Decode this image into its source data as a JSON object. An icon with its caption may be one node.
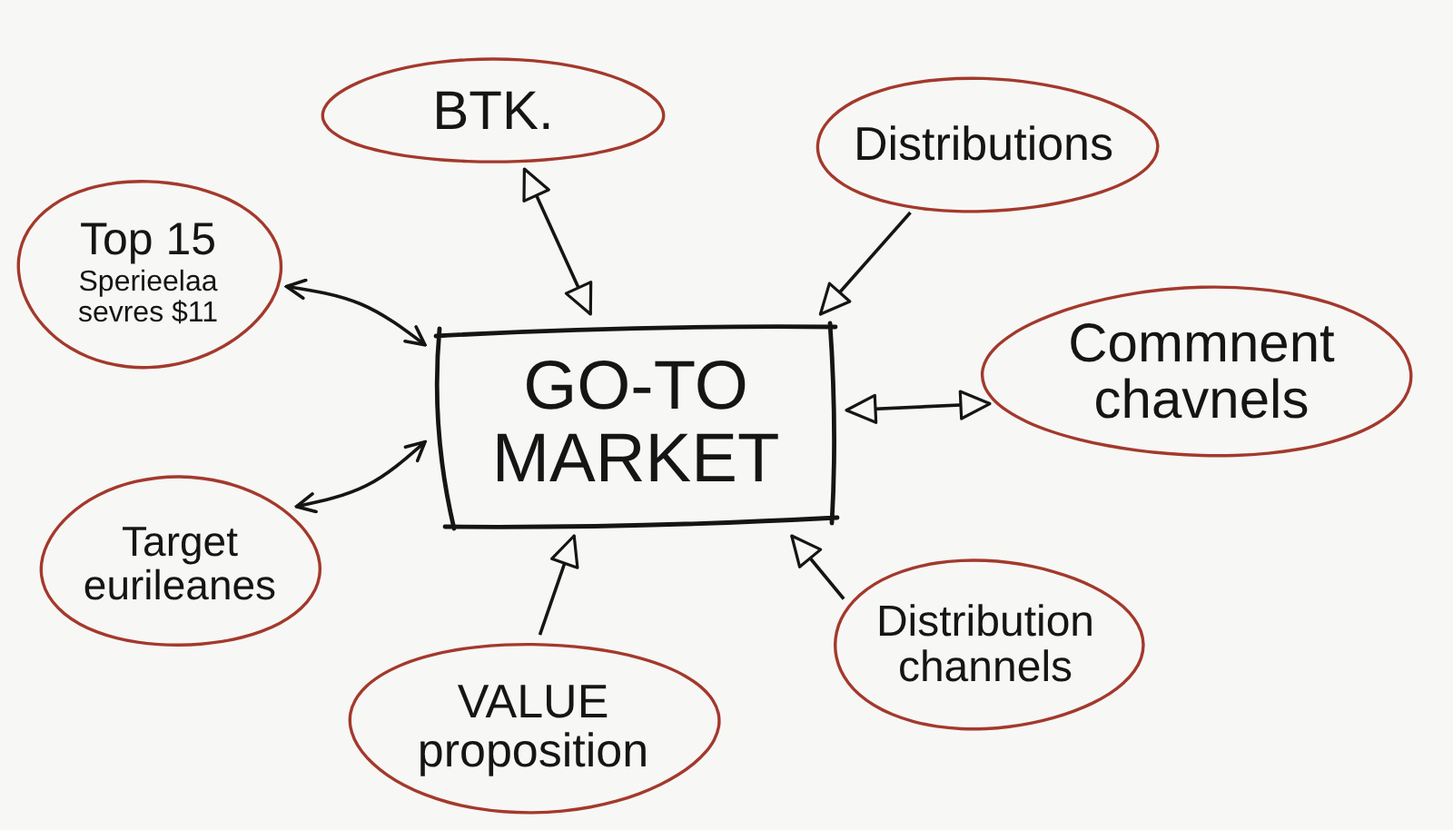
{
  "diagram": {
    "nodes": [
      {
        "text": [
          "BTK."
        ]
      },
      {
        "text": [
          "Distributions"
        ]
      },
      {
        "text": [
          "Top 15",
          "Sperieelaa sevres $11"
        ]
      },
      {
        "text": [
          "GO-TO MARKET"
        ]
      },
      {
        "text": [
          "Commnent chavnels"
        ]
      },
      {
        "text": [
          "Target eurileanes"
        ]
      },
      {
        "text": [
          "Distribution channels"
        ]
      },
      {
        "text": [
          "VALUE proposition"
        ]
      }
    ],
    "edges": [
      {
        "from": 0,
        "to": 3,
        "arrow": "both"
      },
      {
        "from": 1,
        "to": 3,
        "arrow": "to"
      },
      {
        "from": 2,
        "to": 3,
        "arrow": "both"
      },
      {
        "from": 4,
        "to": 3,
        "arrow": "both"
      },
      {
        "from": 5,
        "to": 3,
        "arrow": "both"
      },
      {
        "from": 6,
        "to": 3,
        "arrow": "to"
      },
      {
        "from": 7,
        "to": 3,
        "arrow": "to"
      }
    ]
  }
}
